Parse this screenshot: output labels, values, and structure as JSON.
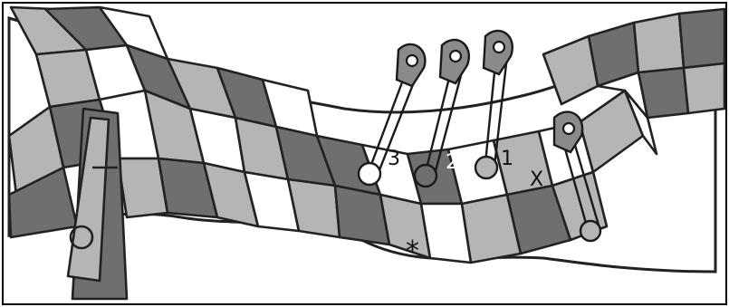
{
  "diagram": {
    "labels": {
      "pin_3": "3",
      "pin_2": "2",
      "pin_1": "1",
      "x_mark": "X",
      "asterisk": "*"
    },
    "colors": {
      "dark": "#6f6f6f",
      "mid": "#b5b5b5",
      "light": "#ffffff",
      "outline": "#222222",
      "frame": "#000000"
    },
    "icons": [
      "safety-pin-icon",
      "safety-pin-icon",
      "safety-pin-icon",
      "safety-pin-icon"
    ]
  }
}
